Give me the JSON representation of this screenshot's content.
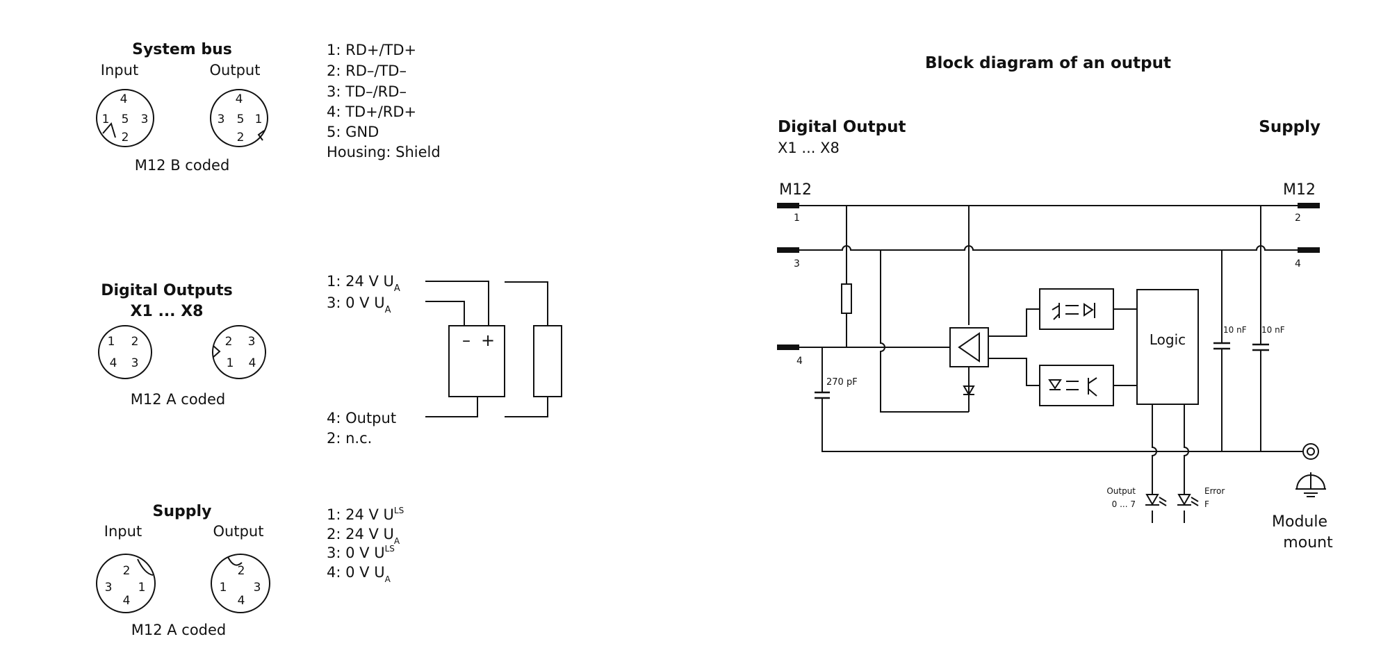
{
  "system_bus": {
    "title": "System bus",
    "input_label": "Input",
    "output_label": "Output",
    "coding": "M12 B coded",
    "pins": [
      "1: RD+/TD+",
      "2: RD–/TD–",
      "3: TD–/RD–",
      "4: TD+/RD+",
      "5: GND",
      "Housing: Shield"
    ]
  },
  "digital_outputs": {
    "title_line1": "Digital Outputs",
    "title_line2": "X1 ... X8",
    "coding": "M12 A coded",
    "pin1_main": "1: 24 V U",
    "pin1_sub": "A",
    "pin3_main": "3: 0 V U",
    "pin3_sub": "A",
    "pin4": "4: Output",
    "pin2": "2: n.c.",
    "minus_sign": "–",
    "plus_sign": "+"
  },
  "supply": {
    "title": "Supply",
    "input_label": "Input",
    "output_label": "Output",
    "coding": "M12 A coded",
    "pin1_main": "1: 24 V U",
    "pin1_sub": "LS",
    "pin2_main": "2: 24 V U",
    "pin2_sub": "A",
    "pin3_main": "3: 0 V U",
    "pin3_sub": "LS",
    "pin4_main": "4: 0 V U",
    "pin4_sub": "A"
  },
  "block_diagram": {
    "title": "Block diagram of an output",
    "left_heading": "Digital Output",
    "left_subheading": "X1 ... X8",
    "right_heading": "Supply",
    "left_connector": "M12",
    "right_connector": "M12",
    "left_pins": [
      "1",
      "3",
      "4"
    ],
    "right_pins": [
      "2",
      "4"
    ],
    "cap_270": "270 pF",
    "cap_10a": "10 nF",
    "cap_10b": "10 nF",
    "logic_label": "Logic",
    "led_output_line1": "Output",
    "led_output_line2": "0 ... 7",
    "led_error_line1": "Error",
    "led_error_line2": "F",
    "module_mount_line1": "Module",
    "module_mount_line2": "mount"
  }
}
